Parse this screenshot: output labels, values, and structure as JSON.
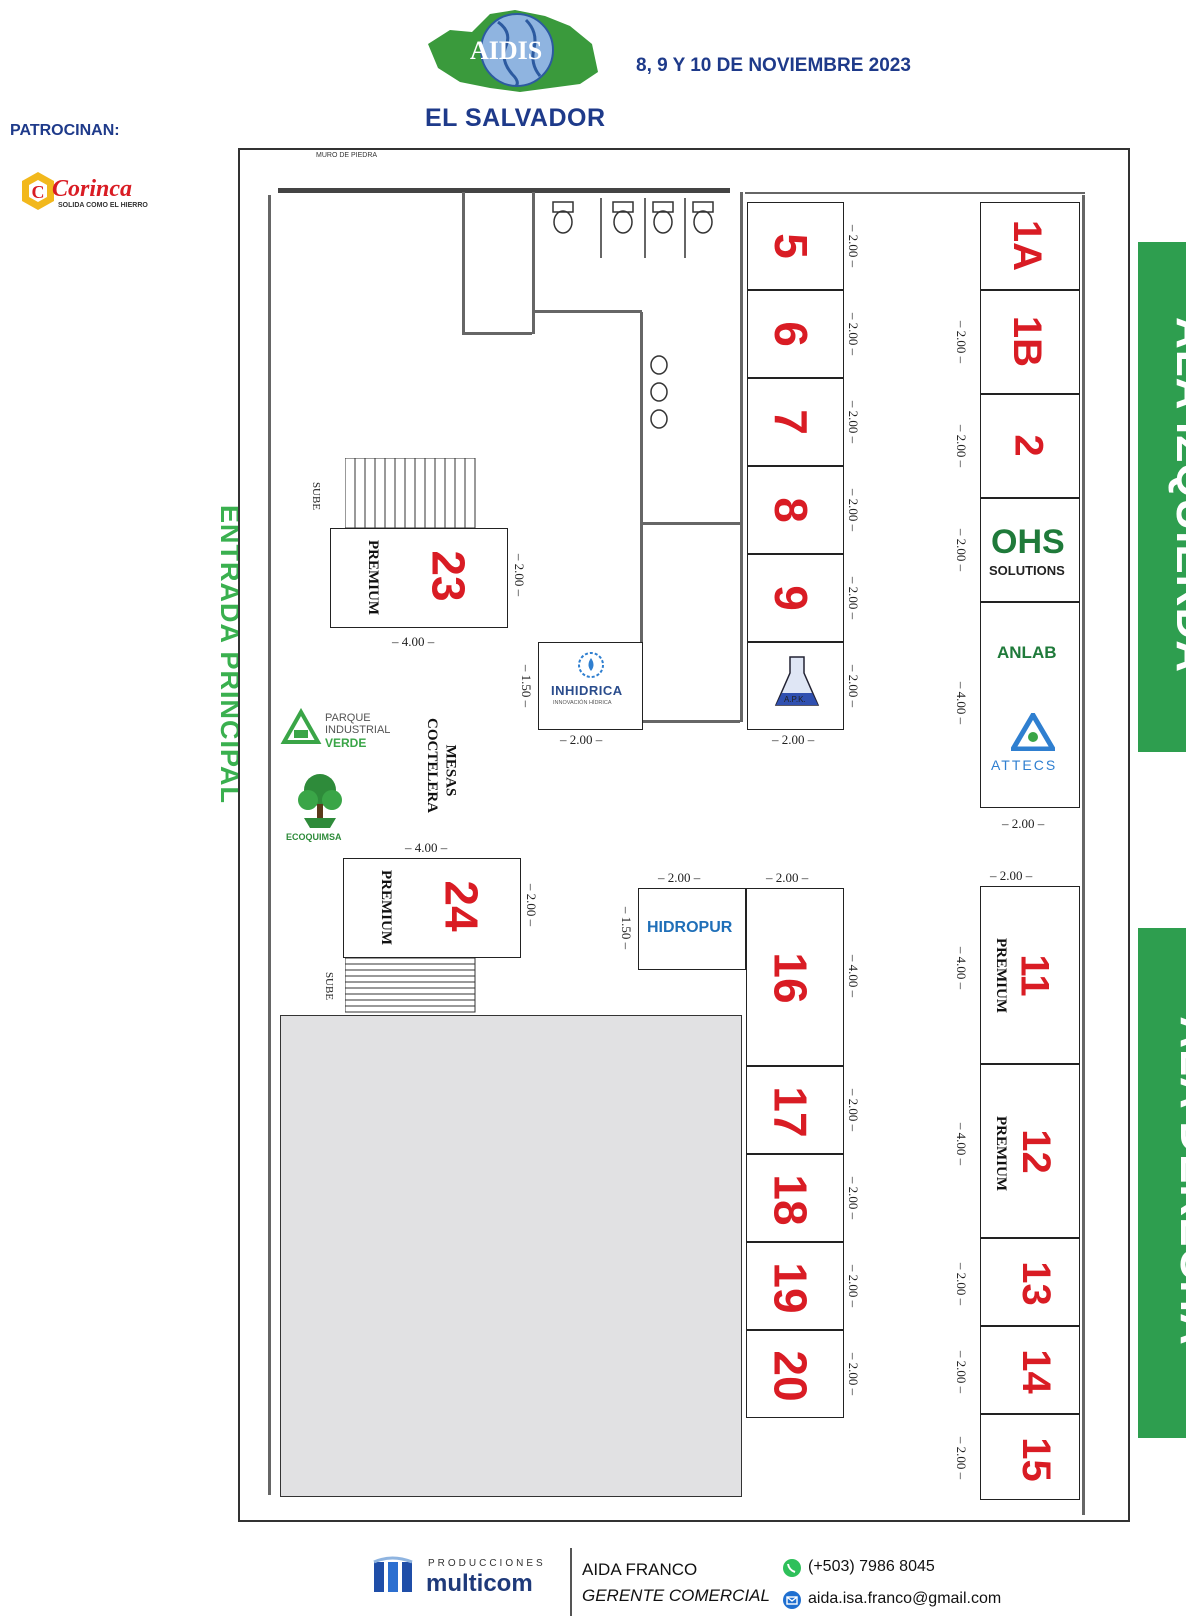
{
  "header": {
    "logo_text": "AIDIS",
    "title": "EL SALVADOR",
    "date": "8, 9 Y 10 DE NOVIEMBRE 2023",
    "sponsors_label": "PATROCINAN:",
    "sponsor_logo": "Corinca",
    "sponsor_tagline": "SOLIDA COMO EL HIERRO"
  },
  "labels": {
    "entrance": "ENTRADA PRINCIPAL",
    "left_wing": "ALA IZQUIERDA",
    "right_wing": "ALA DERECHA",
    "cocktail_line1": "MESAS",
    "cocktail_line2": "COCTELERA",
    "stairs_up": "SUBE",
    "wall_note": "MURO DE PIEDRA"
  },
  "booths": {
    "b5": "5",
    "b6": "6",
    "b7": "7",
    "b8": "8",
    "b9": "9",
    "b1a": "1A",
    "b1b": "1B",
    "b2": "2",
    "b11": "11",
    "b12": "12",
    "b13": "13",
    "b14": "14",
    "b15": "15",
    "b16": "16",
    "b17": "17",
    "b18": "18",
    "b19": "19",
    "b20": "20",
    "b23": "23",
    "b24": "24",
    "premium": "PREMIUM"
  },
  "dimensions": {
    "d200": "– 2.00 –",
    "d400": "– 4.00 –",
    "d150": "– 1.50 –"
  },
  "exhibitors": {
    "ohs_main": "OHS",
    "ohs_sub": "SOLUTIONS",
    "anlab": "ANLAB",
    "attecs": "ATTECS",
    "inhidrica": "INHIDRICA",
    "inhidrica_sub": "INNOVACIÓN HÍDRICA",
    "apk": "A.P.K.",
    "hidropur": "HIDROPUR",
    "parque_line1": "PARQUE",
    "parque_line2": "INDUSTRIAL",
    "parque_line3": "VERDE",
    "ecoquimsa": "ECOQUIMSA"
  },
  "footer": {
    "brand_top": "PRODUCCIONES",
    "brand_main": "multicom",
    "contact_name": "AIDA FRANCO",
    "contact_role": "GERENTE COMERCIAL",
    "phone": "(+503) 7986 8045",
    "email": "aida.isa.franco@gmail.com"
  },
  "colors": {
    "booth_number": "#d91c24",
    "banner_green": "#2e9e4f",
    "header_blue": "#1e3a8a"
  }
}
